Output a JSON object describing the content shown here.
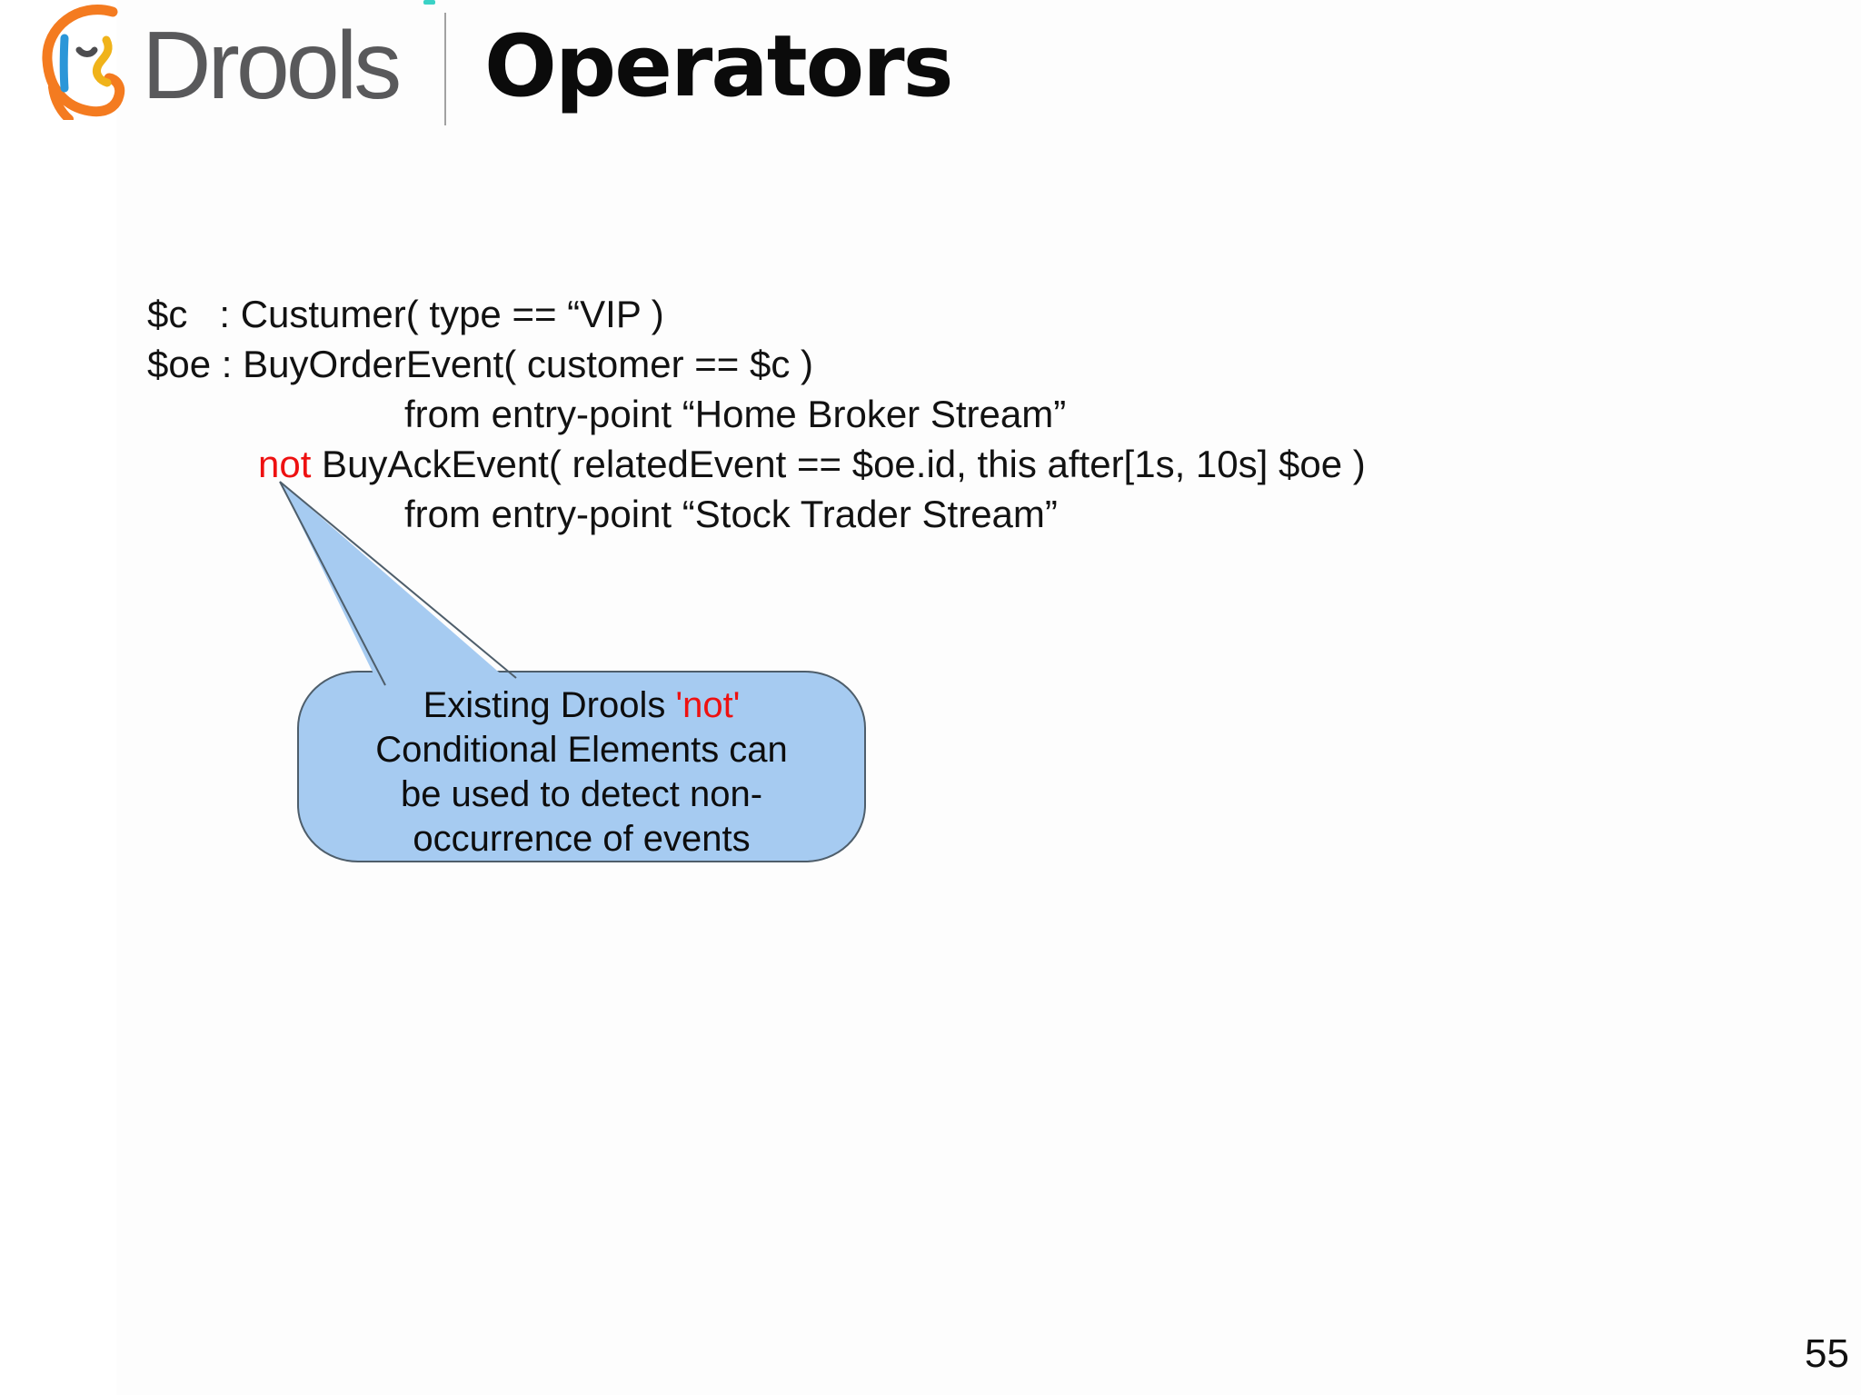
{
  "page": {
    "number": "55",
    "background": "#ffffff",
    "slide_background": "#fdfdfd",
    "artifact_color": "#3ad2c6"
  },
  "header": {
    "brand": "Drools",
    "brand_color": "#59595b",
    "title": "Operators",
    "title_color": "#0b0b0b",
    "divider_color": "#a2a2a2",
    "logo_icon": {
      "name": "drools-head-icon",
      "outline_color": "#f47b20",
      "ear_color": "#2b96d8",
      "nose_color": "#f0b31a",
      "eye_color": "#4d4d4f"
    }
  },
  "code": {
    "text_color": "#121212",
    "highlight_color": "#ee1111",
    "lines": [
      {
        "indent": 0,
        "segments": [
          {
            "text": "$c   : Custumer( type == “VIP )"
          }
        ]
      },
      {
        "indent": 0,
        "segments": [
          {
            "text": "$oe : BuyOrderEvent( customer == $c )"
          }
        ]
      },
      {
        "indent": 283,
        "segments": [
          {
            "text": "from entry-point “Home Broker Stream”"
          }
        ]
      },
      {
        "indent": 122,
        "segments": [
          {
            "text": "not",
            "color": "highlight"
          },
          {
            "text": " BuyAckEvent( relatedEvent == $oe.id, this after[1s, 10s] $oe )"
          }
        ]
      },
      {
        "indent": 283,
        "segments": [
          {
            "text": "from entry-point “Stock Trader Stream”"
          }
        ]
      }
    ]
  },
  "callout": {
    "fill": "#a6cbf1",
    "border": "#4e5e6b",
    "lines": [
      [
        {
          "text": "Existing Drools "
        },
        {
          "text": "'not'",
          "color": "highlight"
        }
      ],
      [
        {
          "text": "Conditional Elements can"
        }
      ],
      [
        {
          "text": "be used to detect non-"
        }
      ],
      [
        {
          "text": "occurrence of events"
        }
      ]
    ]
  }
}
